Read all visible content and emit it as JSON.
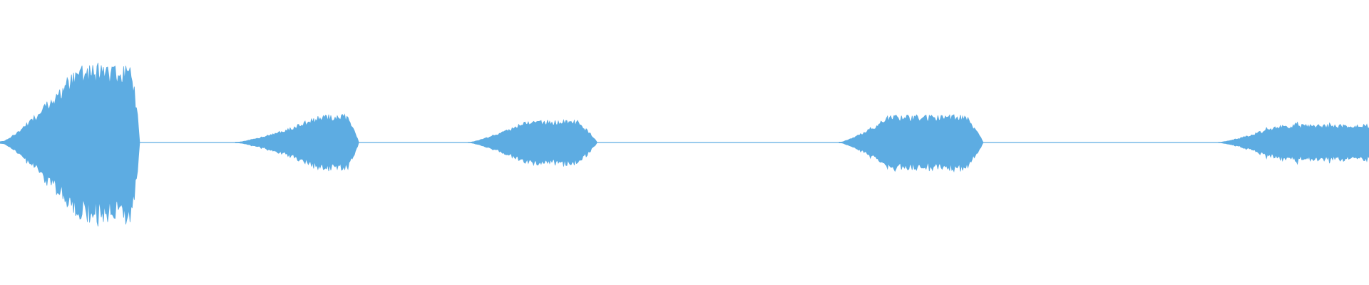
{
  "waveform": {
    "color": "#5DACE2",
    "background": "#FFFFFF",
    "segments": [
      {
        "id": "burst-1",
        "start": 0.0,
        "end": 0.102,
        "peak": 0.55,
        "attack": 0.55,
        "release": 0.06
      },
      {
        "id": "burst-2",
        "start": 0.172,
        "end": 0.262,
        "peak": 0.2,
        "attack": 0.7,
        "release": 0.1
      },
      {
        "id": "burst-3",
        "start": 0.342,
        "end": 0.436,
        "peak": 0.16,
        "attack": 0.45,
        "release": 0.15
      },
      {
        "id": "burst-4",
        "start": 0.613,
        "end": 0.718,
        "peak": 0.2,
        "attack": 0.35,
        "release": 0.12
      },
      {
        "id": "burst-5",
        "start": 0.89,
        "end": 1.0,
        "peak": 0.13,
        "attack": 0.4,
        "release": 0.0
      }
    ]
  }
}
